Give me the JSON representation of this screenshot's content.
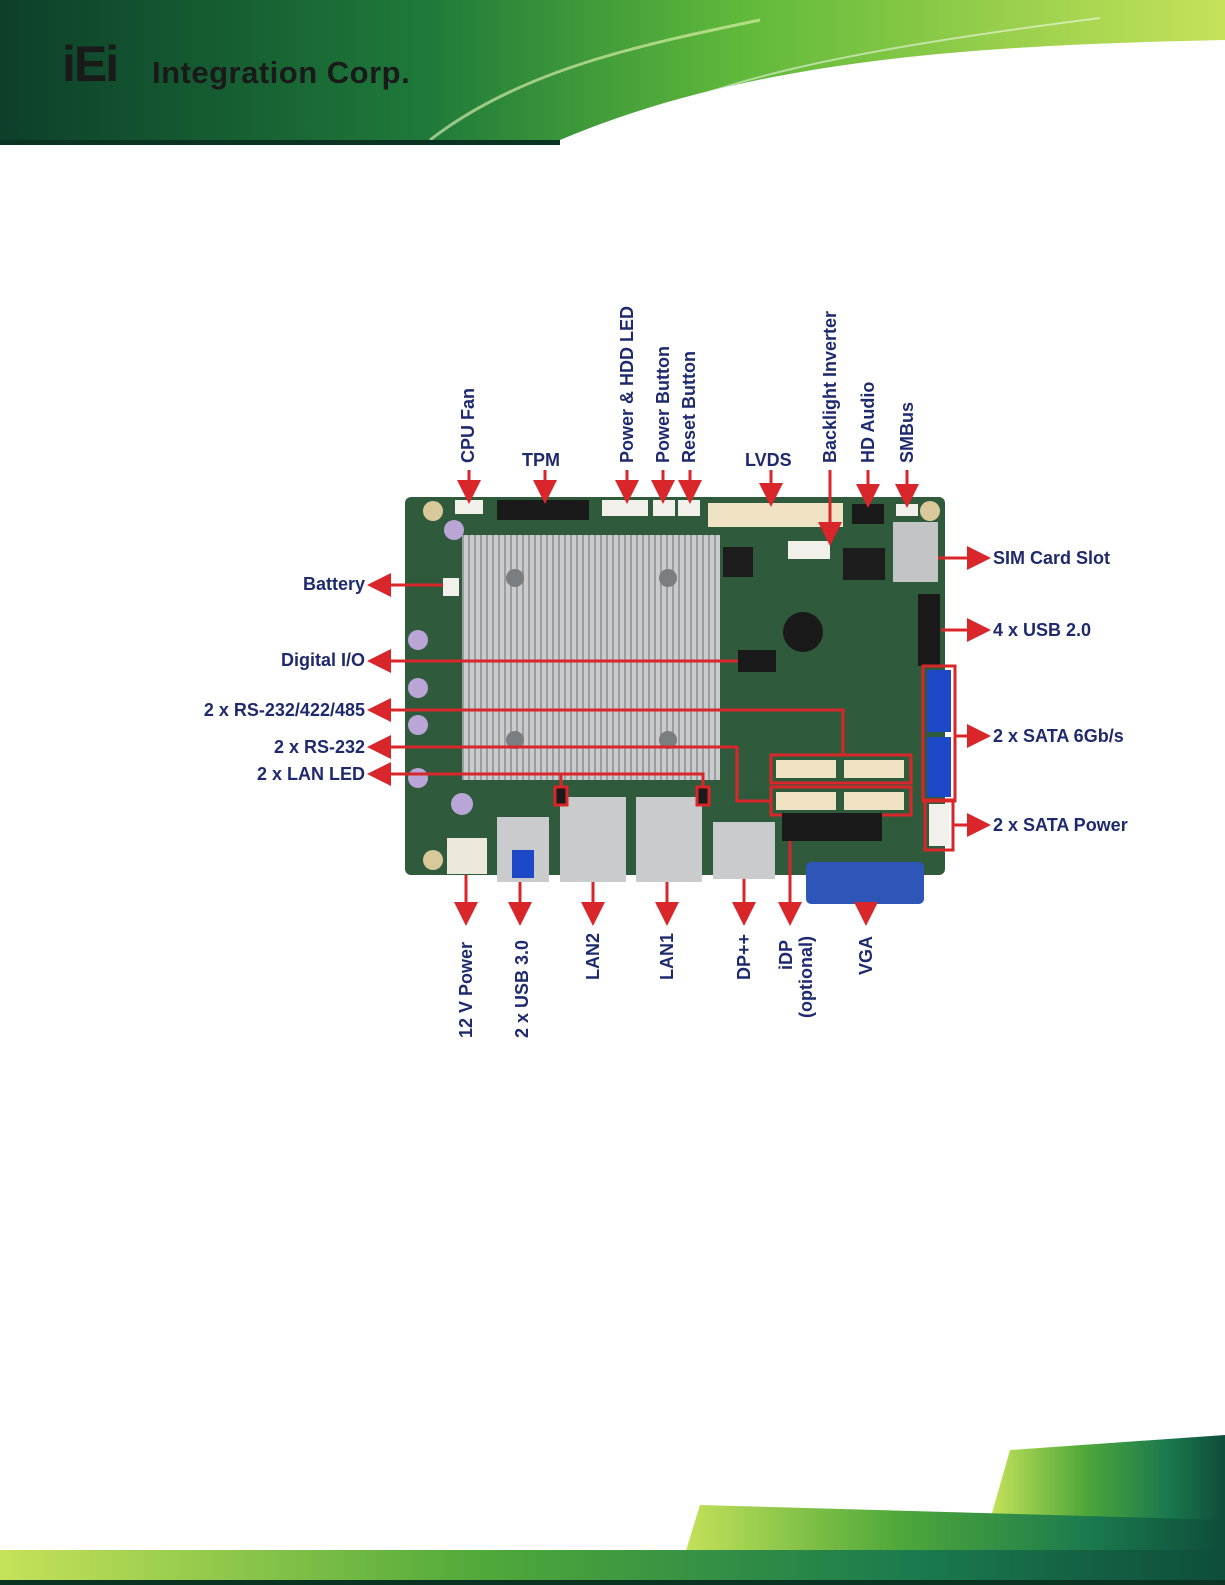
{
  "logo": {
    "mark": "iEi",
    "text": "Integration Corp."
  },
  "colors": {
    "label": "#1f2a6e",
    "arrow": "#d8262a",
    "pcb": "#2f5a3c",
    "heatsink": "#c9cbcd",
    "sata": "#1d48c7",
    "vga": "#2e56b8"
  },
  "labels": {
    "cpu_fan": "CPU Fan",
    "tpm": "TPM",
    "power_hdd_led": "Power & HDD LED",
    "power_button": "Power Button",
    "reset_button": "Reset Button",
    "lvds": "LVDS",
    "backlight_inverter": "Backlight Inverter",
    "hd_audio": "HD Audio",
    "smbus": "SMBus",
    "battery": "Battery",
    "digital_io": "Digital I/O",
    "rs232_422_485": "2 x RS-232/422/485",
    "rs232": "2 x RS-232",
    "lan_led": "2 x LAN LED",
    "sim_card_slot": "SIM Card Slot",
    "usb20": "4 x USB 2.0",
    "sata_6gb": "2 x SATA 6Gb/s",
    "sata_power": "2 x SATA Power",
    "power_12v": "12 V Power",
    "usb30": "2 x USB 3.0",
    "lan2": "LAN2",
    "lan1": "LAN1",
    "dp": "DP++",
    "idp": "iDP",
    "idp_note": "(optional)",
    "vga": "VGA"
  }
}
